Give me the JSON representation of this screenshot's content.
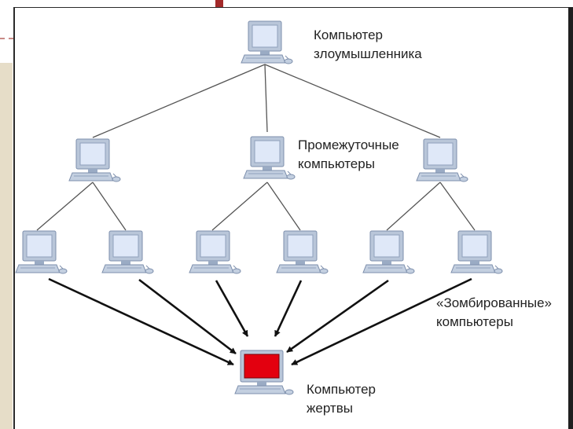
{
  "colors": {
    "monitor_frame": "#b9c6d9",
    "screen": "#dfe8f8",
    "victim_screen": "#e3000f",
    "link": "#555555",
    "arrow": "#111111",
    "side_panel": "#e6ddc8"
  },
  "labels": {
    "attacker": [
      "Компьютер",
      "злоумышленника"
    ],
    "intermediate": [
      "Промежуточные",
      "компьютеры"
    ],
    "zombies": [
      "«Зомбированные»",
      "компьютеры"
    ],
    "victim": [
      "Компьютер",
      "жертвы"
    ]
  },
  "icons": {
    "computer": "desktop-computer-icon"
  }
}
